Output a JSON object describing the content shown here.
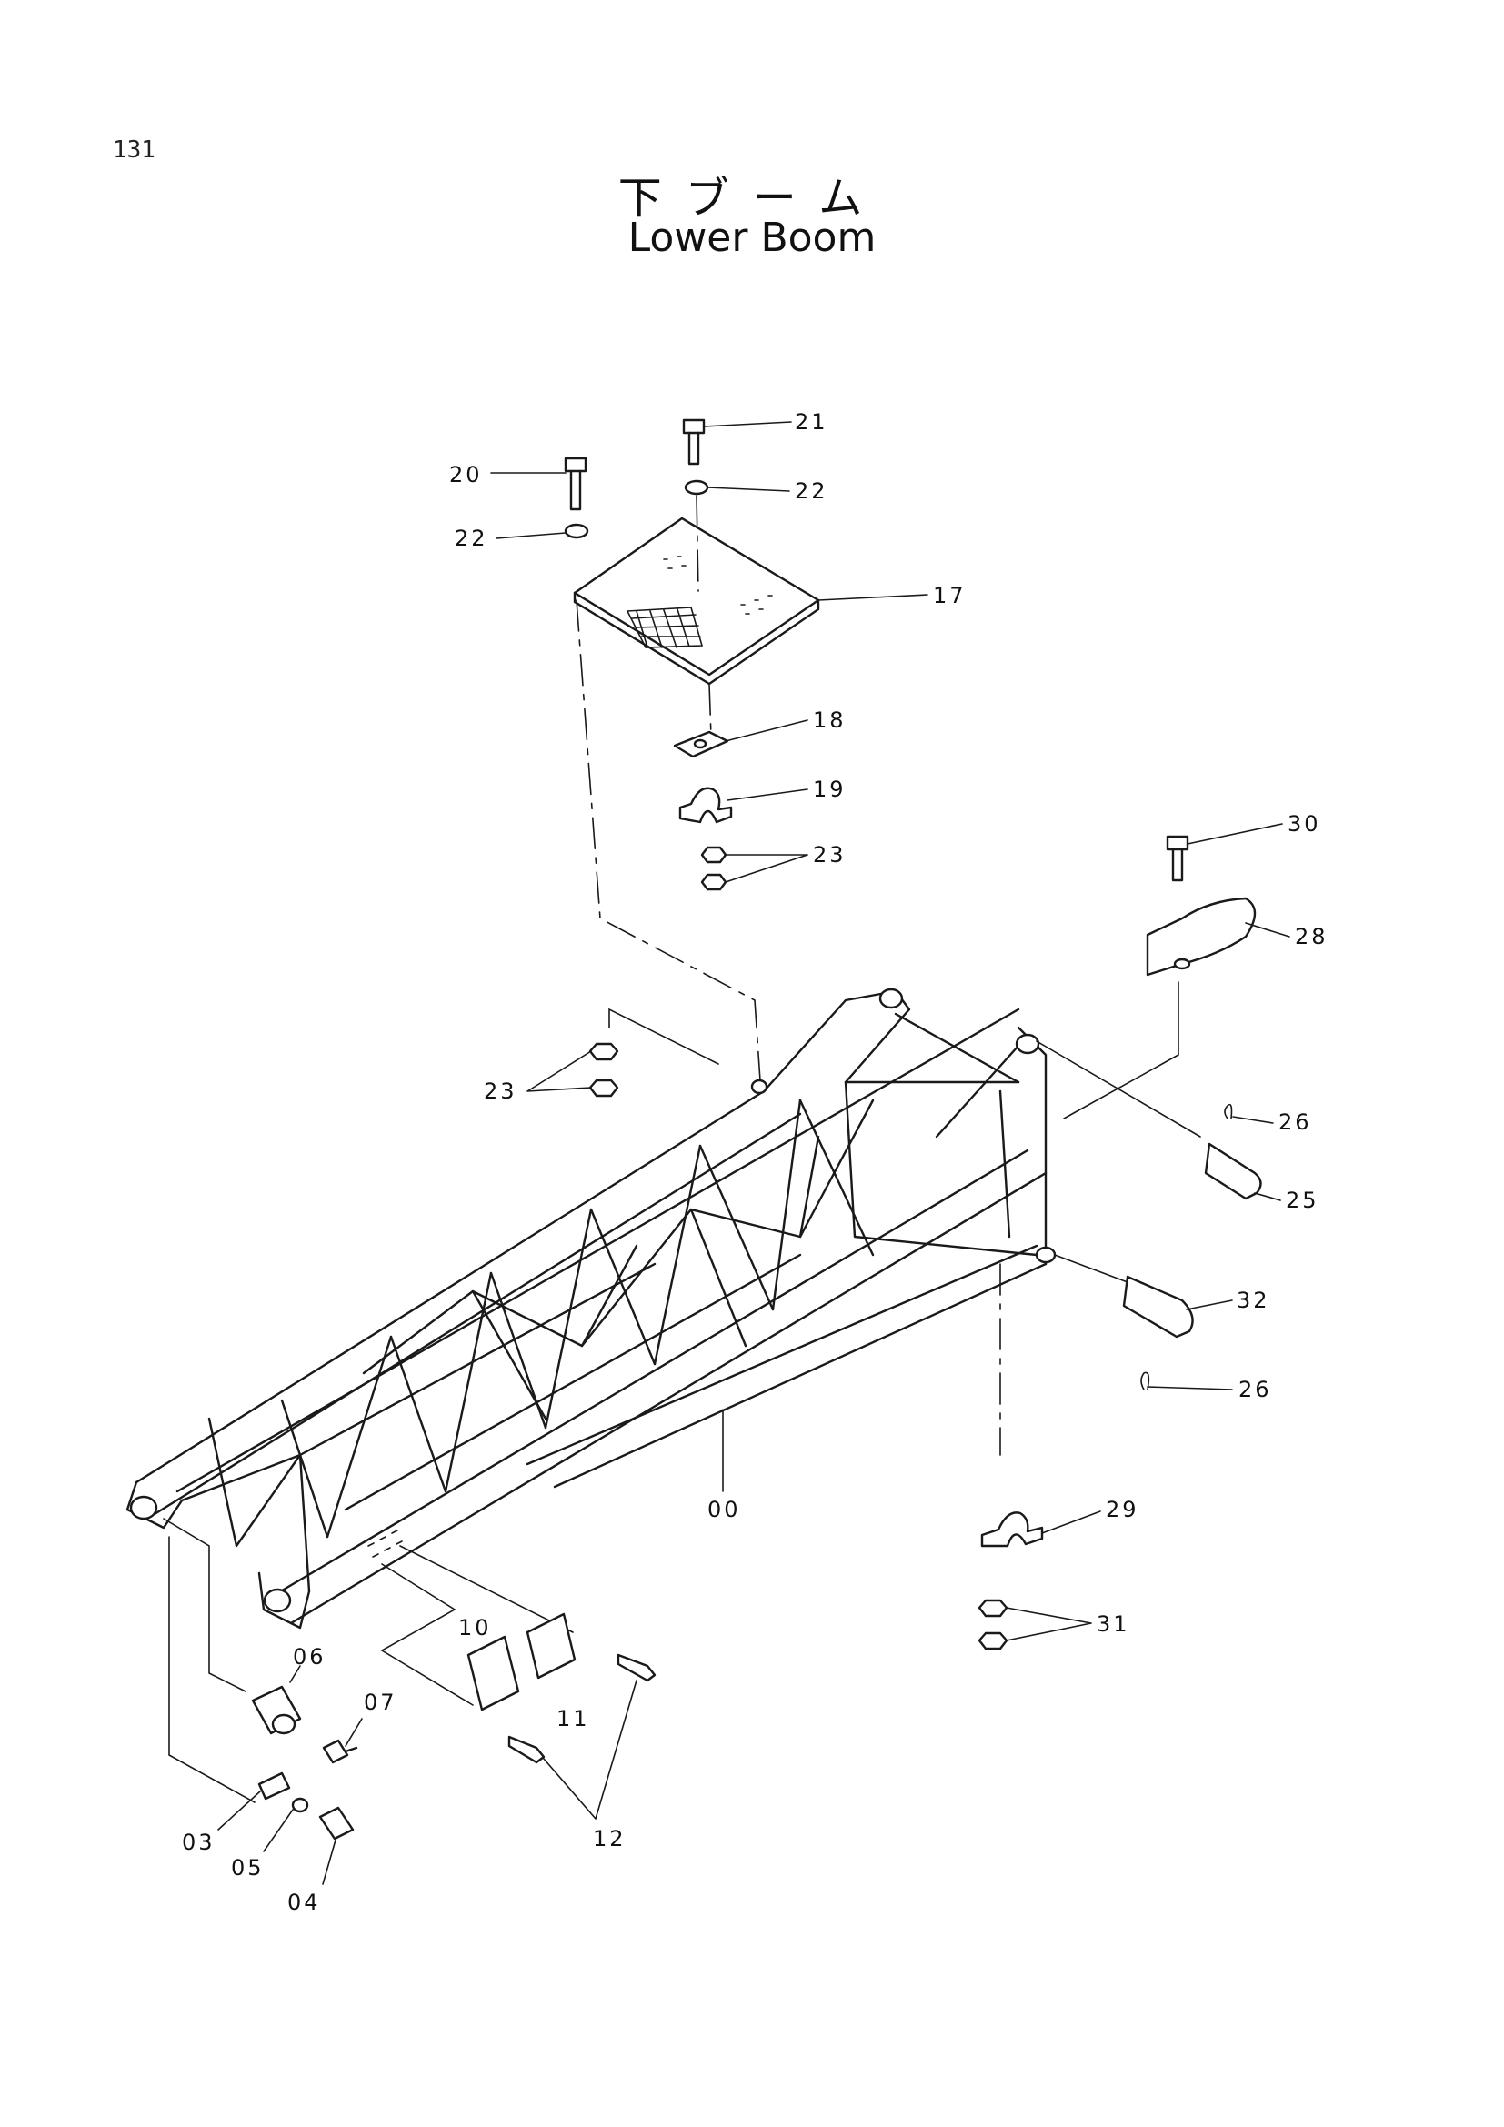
{
  "page": {
    "number": "131"
  },
  "title": {
    "japanese": "下ブーム",
    "english": "Lower Boom"
  },
  "callouts": [
    {
      "id": "c21",
      "label": "21"
    },
    {
      "id": "c20",
      "label": "20"
    },
    {
      "id": "c22a",
      "label": "22"
    },
    {
      "id": "c22b",
      "label": "22"
    },
    {
      "id": "c17",
      "label": "17"
    },
    {
      "id": "c18",
      "label": "18"
    },
    {
      "id": "c19",
      "label": "19"
    },
    {
      "id": "c23a",
      "label": "23"
    },
    {
      "id": "c30",
      "label": "30"
    },
    {
      "id": "c28",
      "label": "28"
    },
    {
      "id": "c23b",
      "label": "23"
    },
    {
      "id": "c26a",
      "label": "26"
    },
    {
      "id": "c25",
      "label": "25"
    },
    {
      "id": "c32",
      "label": "32"
    },
    {
      "id": "c26b",
      "label": "26"
    },
    {
      "id": "c00",
      "label": "00"
    },
    {
      "id": "c29",
      "label": "29"
    },
    {
      "id": "c10",
      "label": "10"
    },
    {
      "id": "c11",
      "label": "11"
    },
    {
      "id": "c06",
      "label": "06"
    },
    {
      "id": "c07",
      "label": "07"
    },
    {
      "id": "c31",
      "label": "31"
    },
    {
      "id": "c12",
      "label": "12"
    },
    {
      "id": "c03",
      "label": "03"
    },
    {
      "id": "c05",
      "label": "05"
    },
    {
      "id": "c04",
      "label": "04"
    }
  ]
}
